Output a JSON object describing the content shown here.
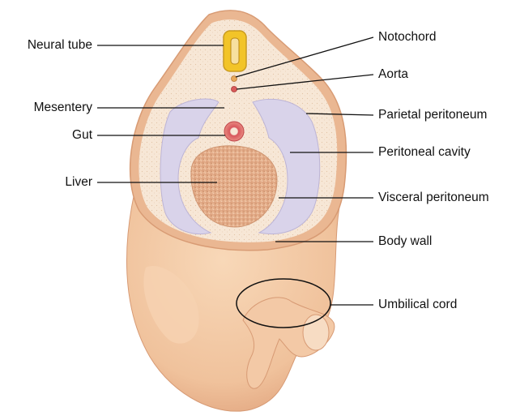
{
  "labels": {
    "neural_tube": "Neural tube",
    "mesentery": "Mesentery",
    "gut": "Gut",
    "liver": "Liver",
    "notochord": "Notochord",
    "aorta": "Aorta",
    "parietal_peritoneum": "Parietal peritoneum",
    "peritoneal_cavity": "Peritoneal cavity",
    "visceral_peritoneum": "Visceral peritoneum",
    "body_wall": "Body wall",
    "umbilical_cord": "Umbilical cord"
  },
  "colors": {
    "skin": "#f2c6a0",
    "skin_shadow": "#e0a57c",
    "section_rim": "#e8b48e",
    "section_fill": "#f7e7d6",
    "cavity": "#d9d3ea",
    "liver": "#e6b08c",
    "neural_tube": "#f2c428",
    "gut": "#d8565c",
    "leader_line": "#111111"
  }
}
